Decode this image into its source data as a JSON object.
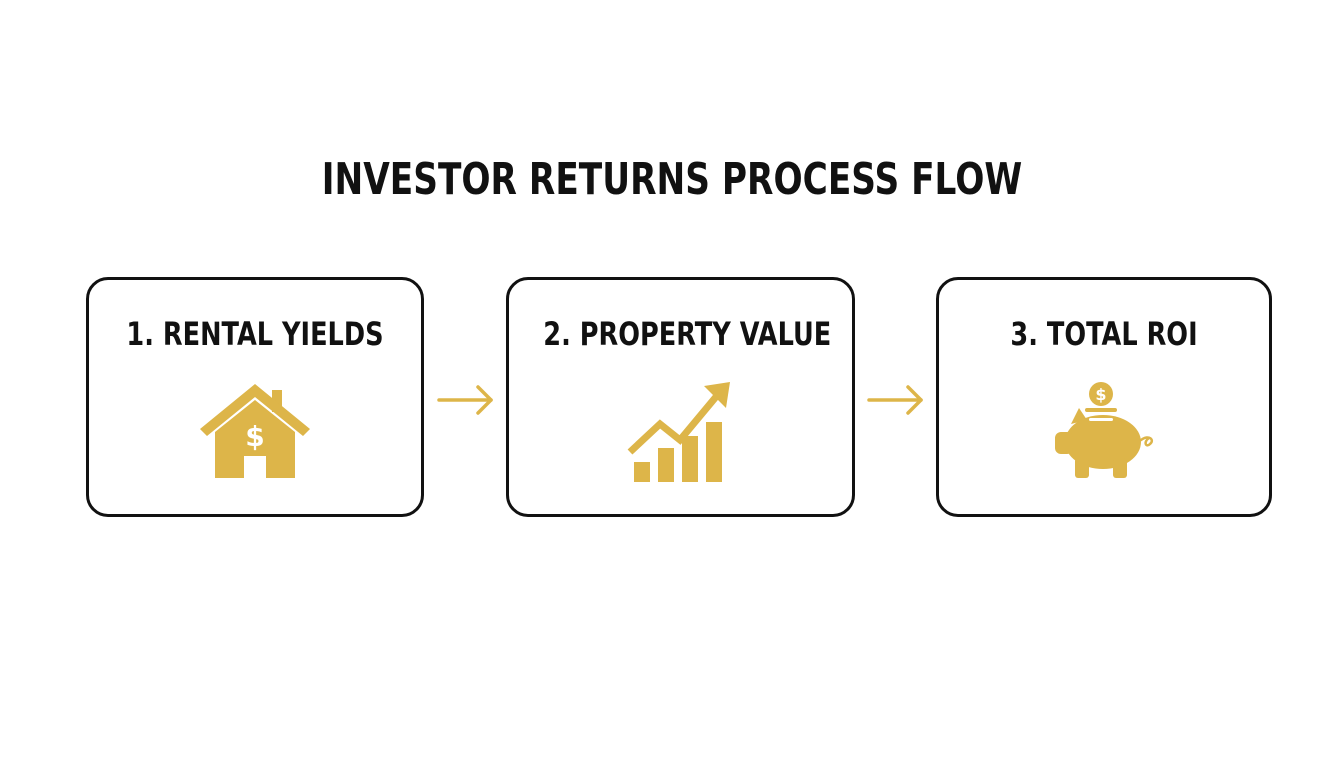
{
  "title": "INVESTOR RETURNS PROCESS FLOW",
  "colors": {
    "accent": "#DDB549",
    "border": "#111111",
    "text": "#111111",
    "background": "#FFFFFF"
  },
  "steps": [
    {
      "label": "1. RENTAL YIELDS",
      "icon": "house-dollar-icon"
    },
    {
      "label": "2. PROPERTY VALUE",
      "icon": "growth-chart-icon"
    },
    {
      "label": "3. TOTAL ROI",
      "icon": "piggy-bank-icon"
    }
  ],
  "connectors": [
    {
      "icon": "arrow-right-icon"
    },
    {
      "icon": "arrow-right-icon"
    }
  ]
}
